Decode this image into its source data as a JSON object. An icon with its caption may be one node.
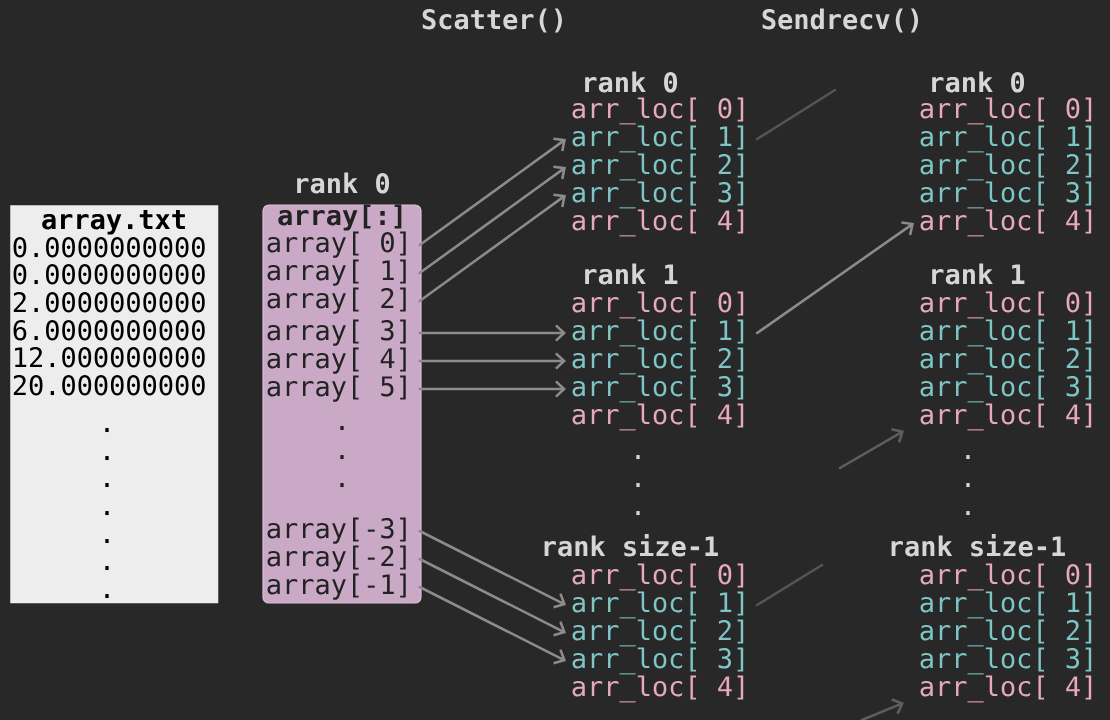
{
  "diagram": {
    "nodes": [
      {
        "text": [
          "array.txt",
          "0.0000000000",
          "0.0000000000",
          "2.0000000000",
          "6.0000000000",
          "12.000000000",
          "20.000000000",
          ".",
          ".",
          ".",
          ".",
          ".",
          ".",
          "."
        ]
      },
      {
        "text": [
          "rank 0",
          "array[:]",
          ".",
          ".",
          "."
        ]
      },
      {
        "text": [
          "array[ 0]"
        ],
        "in": 1
      },
      {
        "text": [
          "array[ 1]"
        ],
        "in": 1
      },
      {
        "text": [
          "array[ 2]"
        ],
        "in": 1
      },
      {
        "text": [
          "array[ 3]"
        ],
        "in": 1
      },
      {
        "text": [
          "array[ 4]"
        ],
        "in": 1
      },
      {
        "text": [
          "array[ 5]"
        ],
        "in": 1
      },
      {
        "text": [
          "array[-3]"
        ],
        "in": 1
      },
      {
        "text": [
          "array[-2]"
        ],
        "in": 1
      },
      {
        "text": [
          "array[-1]"
        ],
        "in": 1
      },
      {
        "text": [
          "arr_loc[ 0]"
        ]
      },
      {
        "text": [
          "arr_loc[ 1]"
        ]
      },
      {
        "text": [
          "arr_loc[ 2]"
        ]
      },
      {
        "text": [
          "arr_loc[ 3]"
        ]
      },
      {
        "text": [
          "arr_loc[ 4]"
        ]
      },
      {
        "text": [
          "arr_loc[ 0]"
        ]
      },
      {
        "text": [
          "arr_loc[ 1]"
        ]
      },
      {
        "text": [
          "arr_loc[ 2]"
        ]
      },
      {
        "text": [
          "arr_loc[ 3]"
        ]
      },
      {
        "text": [
          "arr_loc[ 4]"
        ]
      },
      {
        "text": [
          "arr_loc[ 0]"
        ]
      },
      {
        "text": [
          "arr_loc[ 1]"
        ]
      },
      {
        "text": [
          "arr_loc[ 2]"
        ]
      },
      {
        "text": [
          "arr_loc[ 3]"
        ]
      },
      {
        "text": [
          "arr_loc[ 4]"
        ]
      },
      {
        "text": [
          "arr_loc[ 0]"
        ]
      },
      {
        "text": [
          "arr_loc[ 1]"
        ]
      },
      {
        "text": [
          "arr_loc[ 2]"
        ]
      },
      {
        "text": [
          "arr_loc[ 3]"
        ]
      },
      {
        "text": [
          "arr_loc[ 4]"
        ]
      },
      {
        "text": [
          "arr_loc[ 0]"
        ]
      },
      {
        "text": [
          "arr_loc[ 1]"
        ]
      },
      {
        "text": [
          "arr_loc[ 2]"
        ]
      },
      {
        "text": [
          "arr_loc[ 3]"
        ]
      },
      {
        "text": [
          "arr_loc[ 4]"
        ]
      },
      {
        "text": [
          "arr_loc[ 0]"
        ]
      },
      {
        "text": [
          "arr_loc[ 1]"
        ]
      },
      {
        "text": [
          "arr_loc[ 2]"
        ]
      },
      {
        "text": [
          "arr_loc[ 3]"
        ]
      },
      {
        "text": [
          "arr_loc[ 4]"
        ]
      }
    ],
    "edges": [
      {
        "from": 2,
        "to": 12,
        "arrow": "to"
      },
      {
        "from": 3,
        "to": 13,
        "arrow": "to"
      },
      {
        "from": 4,
        "to": 14,
        "arrow": "to"
      },
      {
        "from": 5,
        "to": 17,
        "arrow": "to"
      },
      {
        "from": 6,
        "to": 18,
        "arrow": "to"
      },
      {
        "from": 7,
        "to": 19,
        "arrow": "to"
      },
      {
        "from": 8,
        "to": 22,
        "arrow": "to"
      },
      {
        "from": 9,
        "to": 23,
        "arrow": "to"
      },
      {
        "from": 10,
        "to": 24,
        "arrow": "to"
      },
      {
        "from": 12,
        "to": null,
        "arrow": "none",
        "color": "#555555"
      },
      {
        "from": 17,
        "to": 30,
        "arrow": "to"
      },
      {
        "from": null,
        "to": 35,
        "arrow": "to",
        "color": "#5e5e5e"
      },
      {
        "from": 22,
        "to": null,
        "arrow": "none",
        "color": "#555555"
      },
      {
        "from": null,
        "to": 40,
        "arrow": "to",
        "color": "#5e5e5e"
      }
    ],
    "labels": [
      "Scatter()",
      "Sendrecv()",
      "rank 0",
      "rank 1",
      ".",
      ".",
      ".",
      "rank size-1",
      "rank 0",
      "rank 1",
      ".",
      ".",
      ".",
      "rank size-1"
    ]
  }
}
